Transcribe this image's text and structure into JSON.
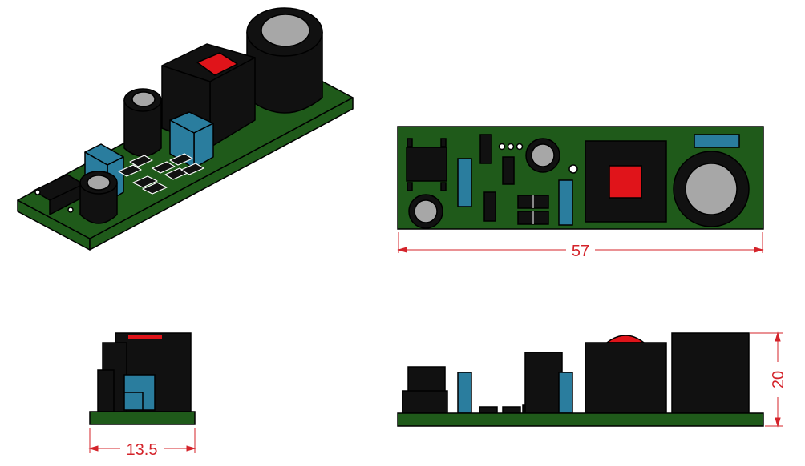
{
  "colors": {
    "pcb_green": "#1f5a1a",
    "component_black": "#111111",
    "capacitor_top_gray": "#a7a7a7",
    "blue_component": "#2a7d9e",
    "transformer_core_red": "#e0141a",
    "dimension_red": "#d4232a",
    "outline": "#000000"
  },
  "dimensions": {
    "length": "57",
    "width": "13.5",
    "height": "20"
  },
  "views": [
    "isometric",
    "top",
    "end",
    "side"
  ]
}
